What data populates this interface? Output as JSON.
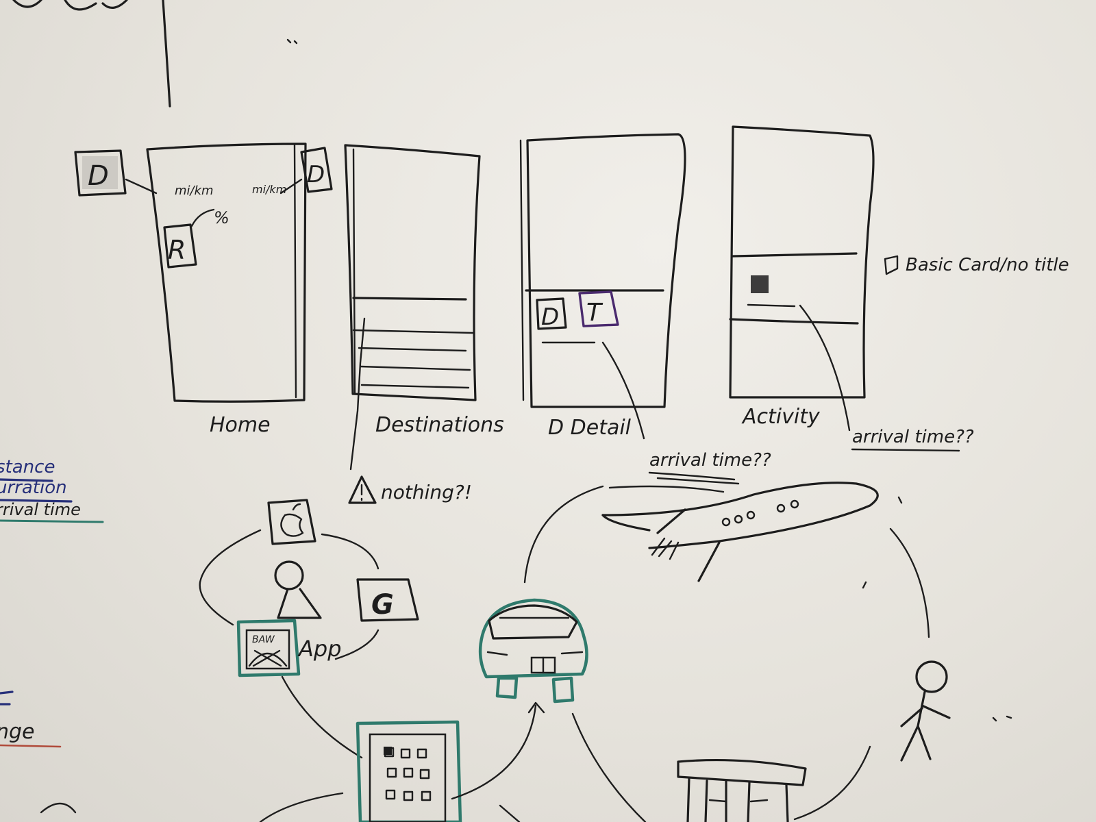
{
  "screen_labels": {
    "home": "Home",
    "destinations": "Destinations",
    "detail": "D Detail",
    "activity": "Activity"
  },
  "home_annotations": {
    "units_left": "mi/km",
    "units_right": "mi/km",
    "percent": "%",
    "icon_d_left": "D",
    "icon_d_right": "D",
    "icon_r": "R"
  },
  "detail_icons": {
    "icon_d": "D",
    "icon_t": "T"
  },
  "notes": {
    "basic_card": "Basic Card/no title",
    "nothing": "nothing?!",
    "arrival_time_center": "arrival time??",
    "arrival_time_right": "arrival time??"
  },
  "left_list": {
    "items": [
      "stance",
      "urration",
      "rrival time"
    ],
    "bottom": "nge"
  },
  "ecosystem": {
    "app_label": "App",
    "app_icon_text": "BAW",
    "google_icon": "G"
  }
}
